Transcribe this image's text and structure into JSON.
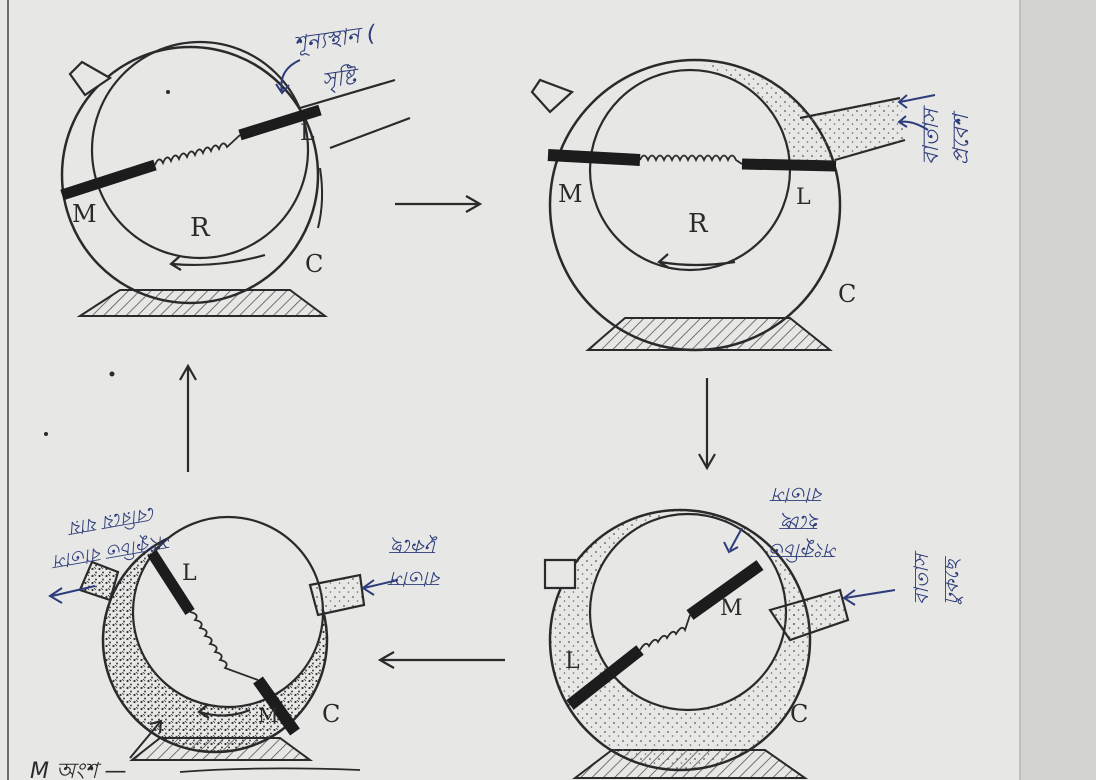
{
  "diagram": {
    "panels": [
      {
        "id": "panel-1",
        "labels": {
          "rotor": "R",
          "casing": "C",
          "vane_left": "M",
          "vane_right": "L"
        },
        "annotation_lines": [
          "শূন্যস্থান (",
          "সৃষ্টি"
        ]
      },
      {
        "id": "panel-2",
        "labels": {
          "rotor": "R",
          "casing": "C",
          "vane_left": "M",
          "vane_right": "L"
        },
        "annotation_lines": [
          "বাতাস",
          "প্রবেশ"
        ]
      },
      {
        "id": "panel-3",
        "labels": {
          "casing": "C",
          "vane_left": "L",
          "vane_right": "M"
        },
        "annotation_lines": [
          "সংকুচিত",
          "হচ্ছে",
          "বাতাস"
        ],
        "inlet_lines": [
          "বাতাস",
          "ঢুকছে"
        ]
      },
      {
        "id": "panel-4",
        "labels": {
          "casing": "C",
          "vane_top": "L",
          "vane_bottom": "M"
        },
        "outlet_lines": [
          "সংকুচিত বাতাস",
          "বেরিয়ে যায়"
        ],
        "inlet_lines": [
          "বাতাস",
          "ঢুকছে"
        ],
        "footer_text": "M অংশ —"
      }
    ],
    "colors": {
      "paper": "#e7e7e5",
      "ink": "#2a2a2a",
      "blue_ink": "#2d3c7a",
      "hatch": "#555555"
    }
  }
}
